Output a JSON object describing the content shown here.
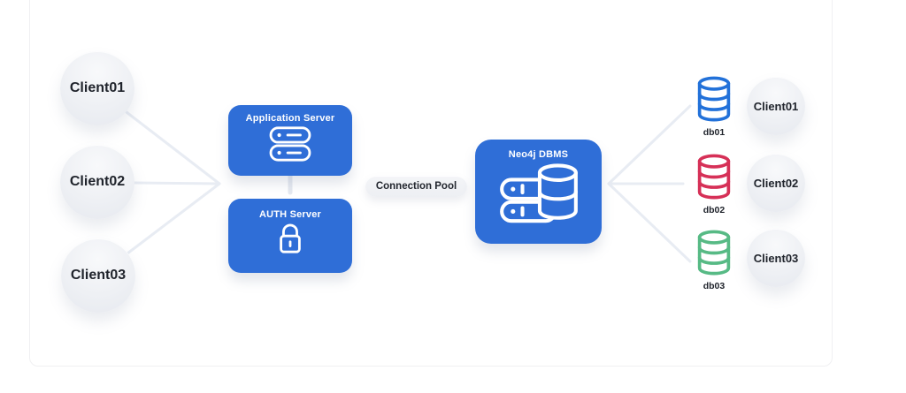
{
  "diagram": {
    "left_clients": [
      "Client01",
      "Client02",
      "Client03"
    ],
    "app_server": {
      "label": "Application Server",
      "icon": "server-stack-icon"
    },
    "auth_server": {
      "label": "AUTH Server",
      "icon": "lock-icon"
    },
    "connection_pool": {
      "label": "Connection Pool"
    },
    "dbms": {
      "label": "Neo4j DBMS",
      "icon": "server-database-icon"
    },
    "databases": [
      {
        "label": "db01",
        "color": "#2271d9",
        "icon": "database-cylinder-icon"
      },
      {
        "label": "db02",
        "color": "#d63057",
        "icon": "database-cylinder-icon"
      },
      {
        "label": "db03",
        "color": "#57ba85",
        "icon": "database-cylinder-icon"
      }
    ],
    "right_clients": [
      "Client01",
      "Client02",
      "Client03"
    ],
    "colors": {
      "box_blue": "#2f6ed7",
      "wire_gray": "#e8ecf3",
      "node_gray": "#eef0f4"
    }
  }
}
